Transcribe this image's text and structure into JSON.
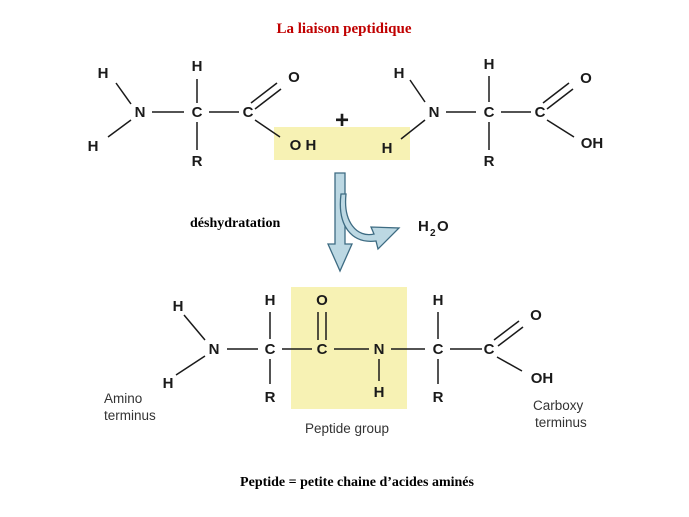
{
  "title": "La liaison peptidique",
  "reaction_label": "déshydratation",
  "water": {
    "main": "H",
    "sub": "2",
    "tail": "O"
  },
  "plus": "+",
  "caption": "Peptide = petite chaine d’acides aminés",
  "labels": {
    "amino_line1": "Amino",
    "amino_line2": "terminus",
    "carboxy_line1": "Carboxy",
    "carboxy_line2": "terminus",
    "peptide_group": "Peptide group"
  },
  "atoms": {
    "H": "H",
    "N": "N",
    "C": "C",
    "O": "O",
    "R": "R",
    "OH": "OH",
    "OH_spaced": "O H"
  },
  "colors": {
    "title": "#c00000",
    "highlight": "#f7f2b4",
    "arrow_fill": "#bcd8e3",
    "arrow_stroke": "#3d6b82"
  }
}
